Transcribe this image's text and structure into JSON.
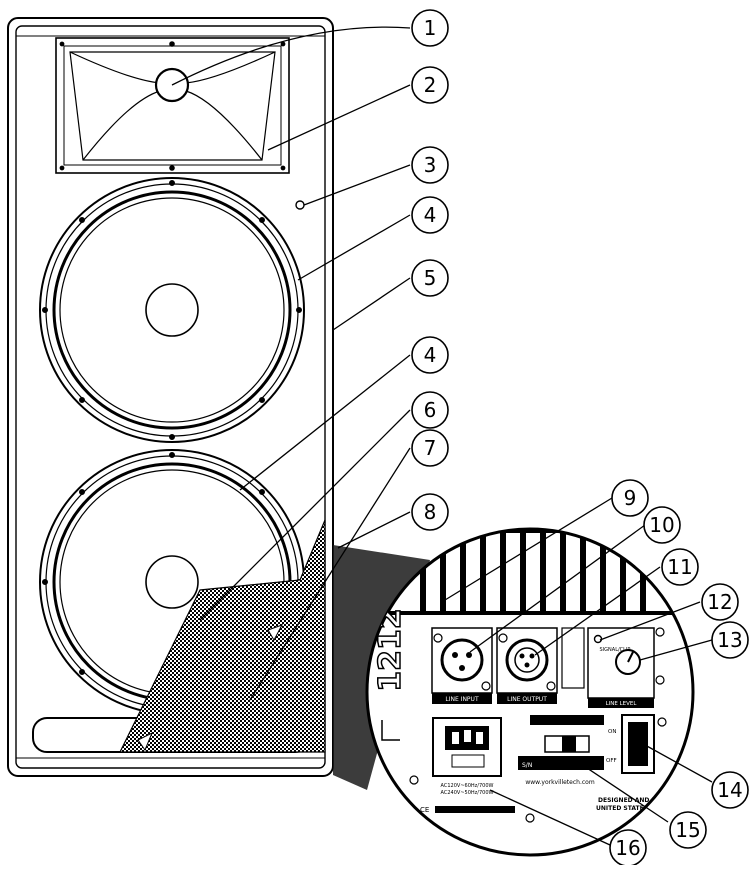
{
  "callouts": [
    {
      "n": "1"
    },
    {
      "n": "2"
    },
    {
      "n": "3"
    },
    {
      "n": "4"
    },
    {
      "n": "5"
    },
    {
      "n": "4"
    },
    {
      "n": "6"
    },
    {
      "n": "7"
    },
    {
      "n": "8"
    },
    {
      "n": "9"
    },
    {
      "n": "10"
    },
    {
      "n": "11"
    },
    {
      "n": "12"
    },
    {
      "n": "13"
    },
    {
      "n": "14"
    },
    {
      "n": "15"
    },
    {
      "n": "16"
    }
  ],
  "panel": {
    "model_label": "1212",
    "line_input": "LINE INPUT",
    "line_output": "LINE OUTPUT",
    "line_level": "LINE LEVEL",
    "signal_clip": "SIGNAL/CLIP",
    "on": "ON",
    "off": "OFF",
    "sn": "S/N",
    "website": "www.yorkvilletech.com",
    "voltage_1": "AC120V~60Hz/700W",
    "voltage_2": "AC240V~50Hz/700W",
    "designed_1": "DESIGNED AND EN",
    "designed_2": "UNITED STATES OF A",
    "ce": "CE"
  },
  "colors": {
    "ink": "#000000",
    "paper": "#ffffff"
  }
}
